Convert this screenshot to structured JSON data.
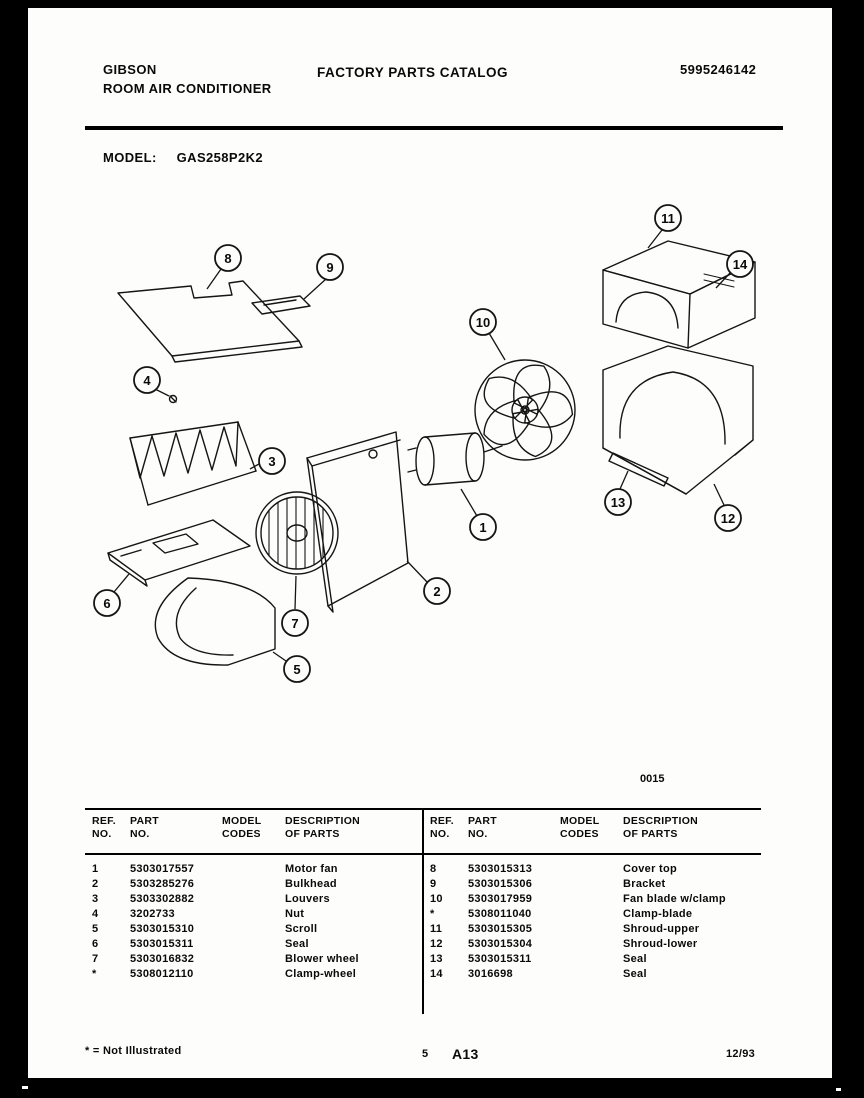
{
  "header": {
    "brand_line1": "GIBSON",
    "brand_line2": "ROOM AIR CONDITIONER",
    "title": "FACTORY PARTS CATALOG",
    "doc_number": "5995246142"
  },
  "model": {
    "label": "MODEL:",
    "value": "GAS258P2K2"
  },
  "diagram": {
    "callouts": [
      "1",
      "2",
      "3",
      "4",
      "5",
      "6",
      "7",
      "8",
      "9",
      "10",
      "11",
      "12",
      "13",
      "14"
    ]
  },
  "page_code": "0015",
  "table": {
    "columns": [
      {
        "line1": "REF.",
        "line2": "NO."
      },
      {
        "line1": "PART",
        "line2": "NO."
      },
      {
        "line1": "MODEL",
        "line2": "CODES"
      },
      {
        "line1": "DESCRIPTION",
        "line2": "OF PARTS"
      }
    ],
    "left_rows": [
      {
        "ref": "1",
        "part": "5303017557",
        "codes": "",
        "desc": "Motor fan"
      },
      {
        "ref": "2",
        "part": "5303285276",
        "codes": "",
        "desc": "Bulkhead"
      },
      {
        "ref": "3",
        "part": "5303302882",
        "codes": "",
        "desc": "Louvers"
      },
      {
        "ref": "4",
        "part": "3202733",
        "codes": "",
        "desc": "Nut"
      },
      {
        "ref": "5",
        "part": "5303015310",
        "codes": "",
        "desc": "Scroll"
      },
      {
        "ref": "6",
        "part": "5303015311",
        "codes": "",
        "desc": "Seal"
      },
      {
        "ref": "7",
        "part": "5303016832",
        "codes": "",
        "desc": "Blower wheel"
      },
      {
        "ref": "*",
        "part": "5308012110",
        "codes": "",
        "desc": "Clamp-wheel"
      }
    ],
    "right_rows": [
      {
        "ref": "8",
        "part": "5303015313",
        "codes": "",
        "desc": "Cover top"
      },
      {
        "ref": "9",
        "part": "5303015306",
        "codes": "",
        "desc": "Bracket"
      },
      {
        "ref": "10",
        "part": "5303017959",
        "codes": "",
        "desc": "Fan blade w/clamp"
      },
      {
        "ref": "*",
        "part": "5308011040",
        "codes": "",
        "desc": "Clamp-blade"
      },
      {
        "ref": "11",
        "part": "5303015305",
        "codes": "",
        "desc": "Shroud-upper"
      },
      {
        "ref": "12",
        "part": "5303015304",
        "codes": "",
        "desc": "Shroud-lower"
      },
      {
        "ref": "13",
        "part": "5303015311",
        "codes": "",
        "desc": "Seal"
      },
      {
        "ref": "14",
        "part": "3016698",
        "codes": "",
        "desc": "Seal"
      }
    ]
  },
  "footer": {
    "note": "* = Not Illustrated",
    "page_number": "5",
    "plate_id": "A13",
    "date_code": "12/93"
  },
  "colors": {
    "paper": "#fdfdfc",
    "ink": "#000000",
    "scan_background": "#000000"
  }
}
